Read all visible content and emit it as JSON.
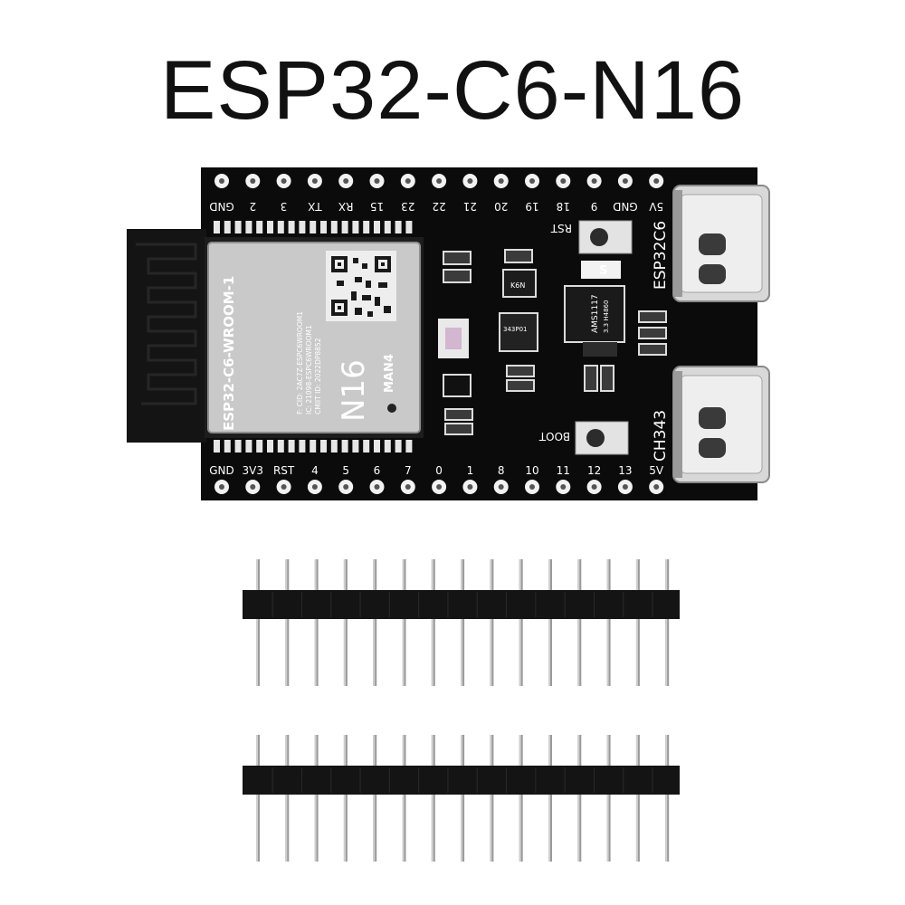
{
  "title": "ESP32-C6-N16",
  "board": {
    "top_pins": [
      "GND",
      "2",
      "3",
      "TX",
      "RX",
      "15",
      "23",
      "22",
      "21",
      "20",
      "19",
      "18",
      "9",
      "GND",
      "5V"
    ],
    "bottom_pins": [
      "GND",
      "3V3",
      "RST",
      "4",
      "5",
      "6",
      "7",
      "0",
      "1",
      "8",
      "10",
      "11",
      "12",
      "13",
      "5V"
    ],
    "module": {
      "name": "ESP32-C6-WROOM-1",
      "fcc_line": "F: CID: 2AC7Z-ESPC6WROOM1",
      "ic_line": "IC: 21098-ESPC6WROOM1",
      "cmiit_line": "CMIIT ID: 2022DP8852",
      "variant": "N16",
      "chip": "MAN4"
    },
    "labels": {
      "rst": "RST",
      "boot": "BOOT",
      "esp32c6": "ESP32C6",
      "ch343": "CH343",
      "ldo": "AMS1117",
      "ldo_code": "3.3 H4860",
      "usb_chip": "343P01",
      "k6n": "K6N",
      "diode": "S"
    }
  },
  "colors": {
    "pcb": "#0b0b0b",
    "shield": "#c9c9c9",
    "pin_pad": "#f2f2f2",
    "usb_metal": "#d8d8d8",
    "header_plastic": "#141414",
    "header_pin": "#9a9a9a"
  },
  "headers": {
    "pin_count": 15
  }
}
